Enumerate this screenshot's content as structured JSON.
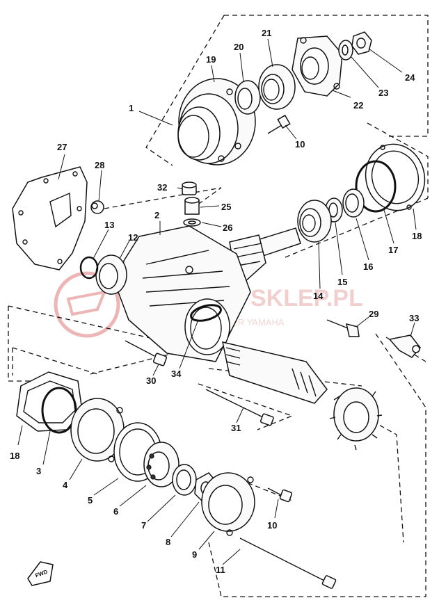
{
  "watermark": {
    "brand": "SKLEP.PL",
    "tagline": "WOD | CIW CZ | DEALER YAMAHA",
    "color": "#e07a7a"
  },
  "fwd_marker": {
    "label": "FWD"
  },
  "callouts": [
    {
      "id": "1",
      "label": "1"
    },
    {
      "id": "2",
      "label": "2"
    },
    {
      "id": "3",
      "label": "3"
    },
    {
      "id": "4",
      "label": "4"
    },
    {
      "id": "5",
      "label": "5"
    },
    {
      "id": "6",
      "label": "6"
    },
    {
      "id": "7",
      "label": "7"
    },
    {
      "id": "8",
      "label": "8"
    },
    {
      "id": "9",
      "label": "9"
    },
    {
      "id": "10a",
      "label": "10"
    },
    {
      "id": "10b",
      "label": "10"
    },
    {
      "id": "11",
      "label": "11"
    },
    {
      "id": "12",
      "label": "12"
    },
    {
      "id": "13",
      "label": "13"
    },
    {
      "id": "14",
      "label": "14"
    },
    {
      "id": "15",
      "label": "15"
    },
    {
      "id": "16",
      "label": "16"
    },
    {
      "id": "17",
      "label": "17"
    },
    {
      "id": "18a",
      "label": "18"
    },
    {
      "id": "18b",
      "label": "18"
    },
    {
      "id": "19",
      "label": "19"
    },
    {
      "id": "20",
      "label": "20"
    },
    {
      "id": "21",
      "label": "21"
    },
    {
      "id": "22",
      "label": "22"
    },
    {
      "id": "23",
      "label": "23"
    },
    {
      "id": "24",
      "label": "24"
    },
    {
      "id": "25",
      "label": "25"
    },
    {
      "id": "26",
      "label": "26"
    },
    {
      "id": "27",
      "label": "27"
    },
    {
      "id": "28",
      "label": "28"
    },
    {
      "id": "29",
      "label": "29"
    },
    {
      "id": "30",
      "label": "30"
    },
    {
      "id": "31",
      "label": "31"
    },
    {
      "id": "32",
      "label": "32"
    },
    {
      "id": "33",
      "label": "33"
    },
    {
      "id": "34",
      "label": "34"
    }
  ]
}
